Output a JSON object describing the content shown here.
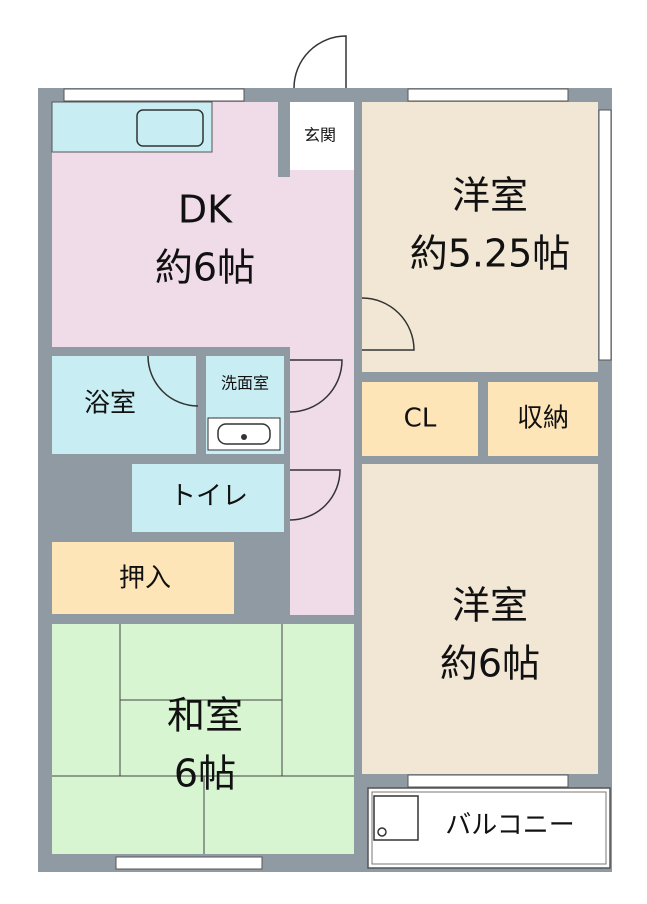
{
  "rooms": {
    "dk": {
      "name": "DK",
      "size": "約6帖",
      "color": "#f0dbe8"
    },
    "western1": {
      "name": "洋室",
      "size": "約5.25帖",
      "color": "#f2e6d5"
    },
    "entrance": {
      "name": "玄関",
      "color": "#ffffff"
    },
    "bath": {
      "name": "浴室",
      "color": "#c8eef4"
    },
    "washroom": {
      "name": "洗面室",
      "color": "#c8eef4"
    },
    "toilet": {
      "name": "トイレ",
      "color": "#c8eef4"
    },
    "cl": {
      "name": "CL",
      "color": "#fde5b8"
    },
    "storage": {
      "name": "収納",
      "color": "#fde5b8"
    },
    "oshiire": {
      "name": "押入",
      "color": "#fde5b8"
    },
    "western2": {
      "name": "洋室",
      "size": "約6帖",
      "color": "#f2e6d5"
    },
    "japanese": {
      "name": "和室",
      "size": "6帖",
      "color": "#d8f5d2"
    },
    "balcony": {
      "name": "バルコニー",
      "color": "#ffffff"
    }
  },
  "colors": {
    "wall": "#8f9aa3",
    "window": "#ffffff"
  }
}
